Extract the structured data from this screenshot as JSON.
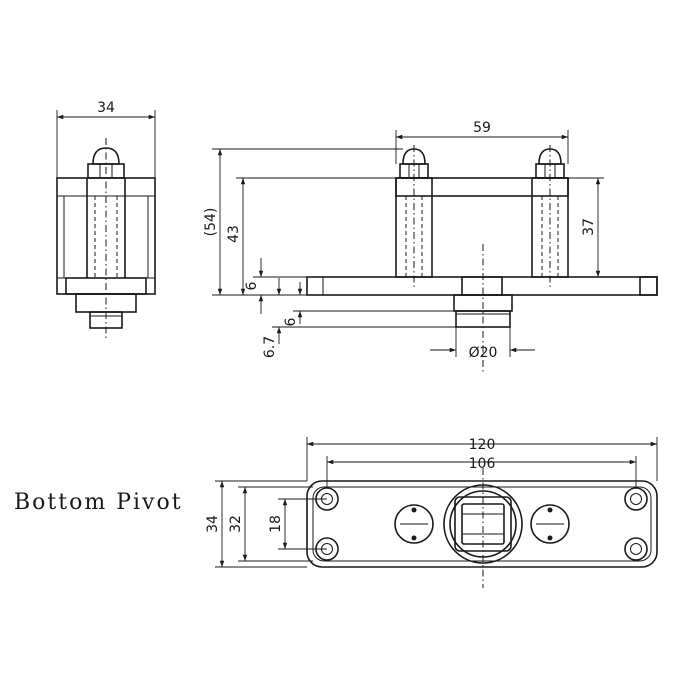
{
  "title": "Bottom Pivot",
  "dimensions": {
    "side_width": "34",
    "top_span": "59",
    "overall_height": "(54)",
    "body_height": "43",
    "plate_thickness": "6",
    "post_height": "37",
    "spindle_height": "6",
    "spindle_offset": "6.7",
    "spindle_diameter": "Ø20",
    "plate_length": "120",
    "hole_spacing": "106",
    "plate_width": "34",
    "plate_inner_width": "32",
    "hole_pitch": "18"
  }
}
